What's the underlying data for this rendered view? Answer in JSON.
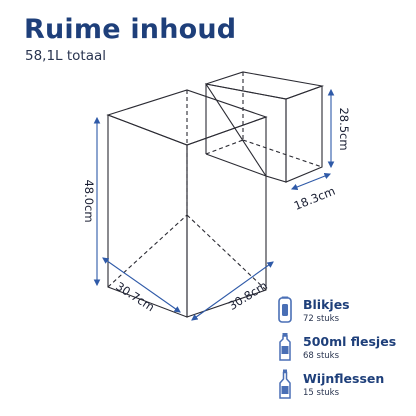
{
  "header": {
    "title": "Ruime inhoud",
    "subtitle": "58,1L totaal"
  },
  "dimensions": {
    "main_height": "48.0cm",
    "main_width_left": "30.7cm",
    "main_depth_right": "30.8cm",
    "small_height": "28.5cm",
    "small_depth": "18.3cm"
  },
  "legend": {
    "items": [
      {
        "icon": "can-icon",
        "name": "Blikjes",
        "count": "72 stuks"
      },
      {
        "icon": "small-bottle-icon",
        "name": "500ml flesjes",
        "count": "68 stuks"
      },
      {
        "icon": "wine-bottle-icon",
        "name": "Wijnflessen",
        "count": "15 stuks"
      }
    ]
  },
  "colors": {
    "title": "#1e3f7a",
    "line": "#2b2b33",
    "accent": "#2f5aa8",
    "icon_fill": "#4a6fb5"
  }
}
